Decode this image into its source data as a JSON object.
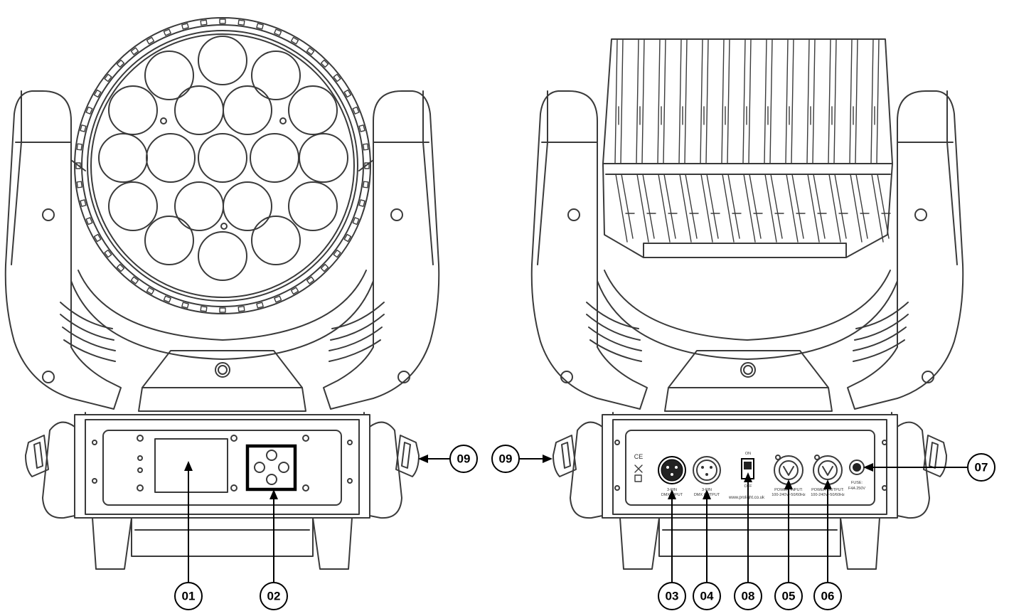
{
  "callouts": {
    "c01": "01",
    "c02": "02",
    "c03": "03",
    "c04": "04",
    "c05": "05",
    "c06": "06",
    "c07": "07",
    "c08": "08",
    "c09_left": "09",
    "c09_right": "09"
  },
  "rear_panel_labels": {
    "dmx_input_pin": "3-PIN",
    "dmx_input": "DMX INPUT",
    "dmx_output_pin": "3-PIN",
    "dmx_output": "DMX OUTPUT",
    "switch_on": "ON",
    "switch_off": "OFF",
    "website": "www.prolight.co.uk",
    "power_input": "POWER INPUT:",
    "power_input_rating": "100-240V~50/60Hz",
    "power_output": "POWER OUTPUT:",
    "power_output_rating": "100-240V~50/60Hz",
    "fuse": "FUSE:",
    "fuse_rating": "F4A 250V",
    "ce_mark": "CE"
  }
}
